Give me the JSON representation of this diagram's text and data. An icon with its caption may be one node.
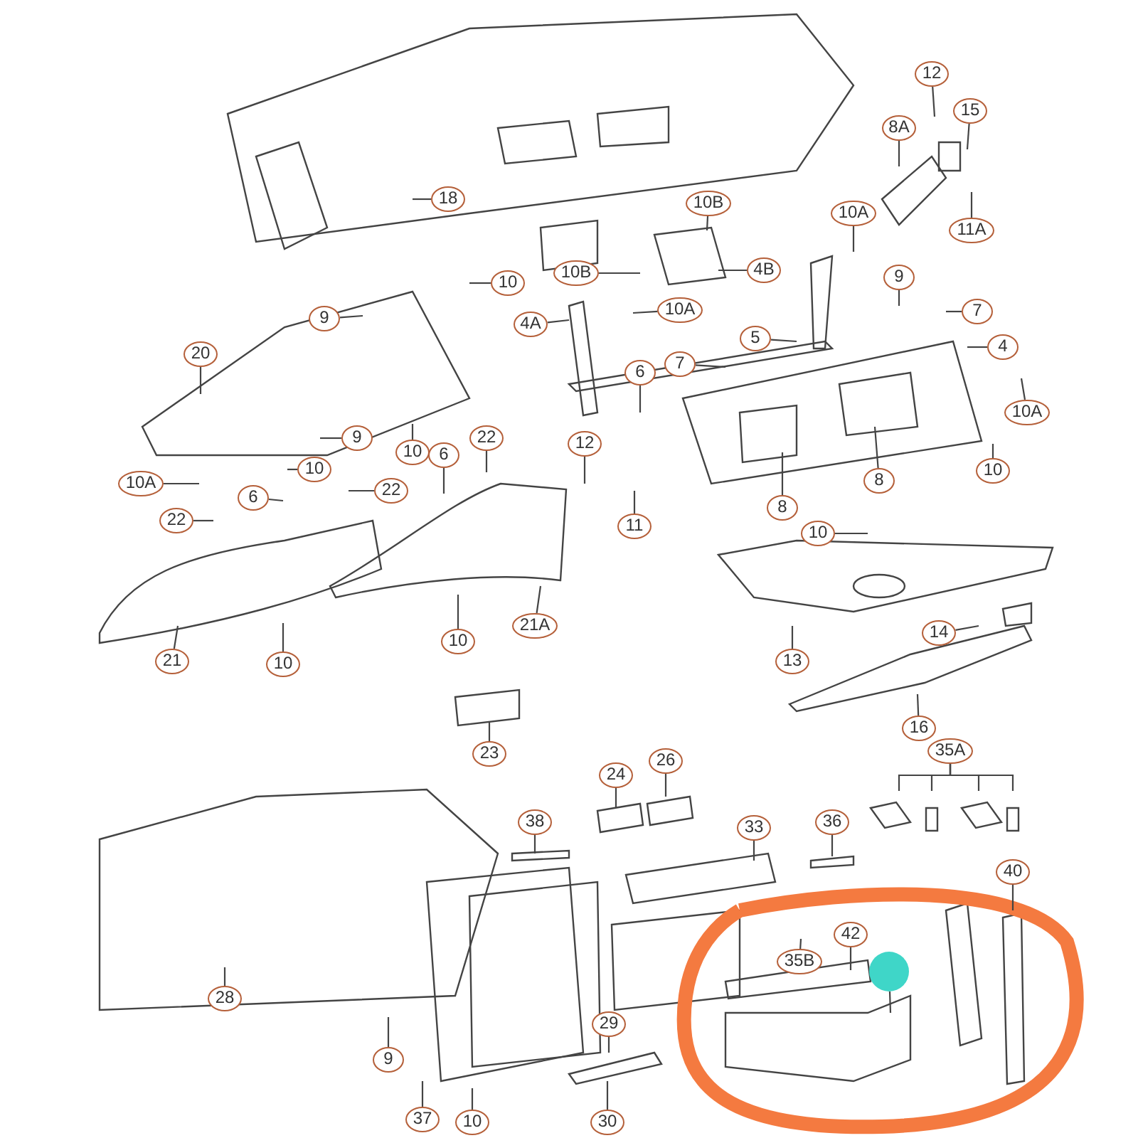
{
  "diagram": {
    "nodes": [
      {
        "text": [
          "18"
        ]
      },
      {
        "text": [
          "10B"
        ]
      },
      {
        "text": [
          "12"
        ]
      },
      {
        "text": [
          "15"
        ]
      },
      {
        "text": [
          "8A"
        ]
      },
      {
        "text": [
          "11A"
        ]
      },
      {
        "text": [
          "10A"
        ]
      },
      {
        "text": [
          "10B"
        ]
      },
      {
        "text": [
          "4B"
        ]
      },
      {
        "text": [
          "10"
        ]
      },
      {
        "text": [
          "9"
        ]
      },
      {
        "text": [
          "4A"
        ]
      },
      {
        "text": [
          "10A"
        ]
      },
      {
        "text": [
          "9"
        ]
      },
      {
        "text": [
          "7"
        ]
      },
      {
        "text": [
          "20"
        ]
      },
      {
        "text": [
          "5"
        ]
      },
      {
        "text": [
          "4"
        ]
      },
      {
        "text": [
          "7"
        ]
      },
      {
        "text": [
          "6"
        ]
      },
      {
        "text": [
          "10A"
        ]
      },
      {
        "text": [
          "9"
        ]
      },
      {
        "text": [
          "10"
        ]
      },
      {
        "text": [
          "10"
        ]
      },
      {
        "text": [
          "6"
        ]
      },
      {
        "text": [
          "22"
        ]
      },
      {
        "text": [
          "12"
        ]
      },
      {
        "text": [
          "10A"
        ]
      },
      {
        "text": [
          "6"
        ]
      },
      {
        "text": [
          "22"
        ]
      },
      {
        "text": [
          "8"
        ]
      },
      {
        "text": [
          "8"
        ]
      },
      {
        "text": [
          "10"
        ]
      },
      {
        "text": [
          "22"
        ]
      },
      {
        "text": [
          "11"
        ]
      },
      {
        "text": [
          "10"
        ]
      },
      {
        "text": [
          "21A"
        ]
      },
      {
        "text": [
          "21"
        ]
      },
      {
        "text": [
          "10"
        ]
      },
      {
        "text": [
          "10"
        ]
      },
      {
        "text": [
          "13"
        ]
      },
      {
        "text": [
          "14"
        ]
      },
      {
        "text": [
          "23"
        ]
      },
      {
        "text": [
          "16"
        ]
      },
      {
        "text": [
          "35A"
        ]
      },
      {
        "text": [
          "24"
        ]
      },
      {
        "text": [
          "26"
        ]
      },
      {
        "text": [
          "38"
        ]
      },
      {
        "text": [
          "33"
        ]
      },
      {
        "text": [
          "36"
        ]
      },
      {
        "text": [
          "40"
        ]
      },
      {
        "text": [
          "35B"
        ]
      },
      {
        "text": [
          "42"
        ]
      },
      {
        "text": [
          "28"
        ]
      },
      {
        "text": [
          "9"
        ]
      },
      {
        "text": [
          "29"
        ]
      },
      {
        "text": [
          "37"
        ]
      },
      {
        "text": [
          "10"
        ]
      },
      {
        "text": [
          "30"
        ]
      },
      {
        "text": [],
        "shape": "circle"
      }
    ],
    "edges": [
      {
        "from": 0,
        "to": null,
        "arrow": "none"
      },
      {
        "from": 1,
        "to": null,
        "arrow": "none"
      },
      {
        "from": 2,
        "to": null,
        "arrow": "none"
      },
      {
        "from": 3,
        "to": null,
        "arrow": "none"
      },
      {
        "from": 4,
        "to": null,
        "arrow": "none"
      },
      {
        "from": 5,
        "to": null,
        "arrow": "none"
      },
      {
        "from": 6,
        "to": null,
        "arrow": "none"
      },
      {
        "from": 7,
        "to": null,
        "arrow": "none"
      },
      {
        "from": 8,
        "to": null,
        "arrow": "none"
      },
      {
        "from": 9,
        "to": null,
        "arrow": "none"
      },
      {
        "from": 10,
        "to": null,
        "arrow": "none"
      },
      {
        "from": 11,
        "to": null,
        "arrow": "none"
      },
      {
        "from": 12,
        "to": null,
        "arrow": "none"
      },
      {
        "from": 13,
        "to": null,
        "arrow": "none"
      },
      {
        "from": 14,
        "to": null,
        "arrow": "none"
      },
      {
        "from": 15,
        "to": null,
        "arrow": "none"
      },
      {
        "from": 16,
        "to": null,
        "arrow": "none"
      },
      {
        "from": 17,
        "to": null,
        "arrow": "none"
      },
      {
        "from": 18,
        "to": null,
        "arrow": "none"
      },
      {
        "from": 19,
        "to": null,
        "arrow": "none"
      },
      {
        "from": 20,
        "to": null,
        "arrow": "none"
      },
      {
        "from": 21,
        "to": null,
        "arrow": "none"
      },
      {
        "from": 22,
        "to": null,
        "arrow": "none"
      },
      {
        "from": 23,
        "to": null,
        "arrow": "none"
      },
      {
        "from": 24,
        "to": null,
        "arrow": "none"
      },
      {
        "from": 25,
        "to": null,
        "arrow": "none"
      },
      {
        "from": 26,
        "to": null,
        "arrow": "none"
      },
      {
        "from": 27,
        "to": null,
        "arrow": "none"
      },
      {
        "from": 28,
        "to": null,
        "arrow": "none"
      },
      {
        "from": 29,
        "to": null,
        "arrow": "none"
      },
      {
        "from": 30,
        "to": null,
        "arrow": "none"
      },
      {
        "from": 31,
        "to": null,
        "arrow": "none"
      },
      {
        "from": 32,
        "to": null,
        "arrow": "none"
      },
      {
        "from": 33,
        "to": null,
        "arrow": "none"
      },
      {
        "from": 34,
        "to": null,
        "arrow": "none"
      },
      {
        "from": 35,
        "to": null,
        "arrow": "none"
      },
      {
        "from": 36,
        "to": null,
        "arrow": "none"
      },
      {
        "from": 37,
        "to": null,
        "arrow": "none"
      },
      {
        "from": 38,
        "to": null,
        "arrow": "none"
      },
      {
        "from": 39,
        "to": null,
        "arrow": "none"
      },
      {
        "from": 40,
        "to": null,
        "arrow": "none"
      },
      {
        "from": 41,
        "to": null,
        "arrow": "none"
      },
      {
        "from": 42,
        "to": null,
        "arrow": "none"
      },
      {
        "from": 43,
        "to": null,
        "arrow": "none"
      },
      {
        "from": 44,
        "to": null,
        "arrow": "none"
      },
      {
        "from": 44,
        "to": null,
        "arrow": "none"
      },
      {
        "from": 44,
        "to": null,
        "arrow": "none"
      },
      {
        "from": 44,
        "to": null,
        "arrow": "none"
      },
      {
        "from": 45,
        "to": null,
        "arrow": "none"
      },
      {
        "from": 46,
        "to": null,
        "arrow": "none"
      },
      {
        "from": 47,
        "to": null,
        "arrow": "none"
      },
      {
        "from": 48,
        "to": null,
        "arrow": "none"
      },
      {
        "from": 49,
        "to": null,
        "arrow": "none"
      },
      {
        "from": 50,
        "to": null,
        "arrow": "none"
      },
      {
        "from": 51,
        "to": null,
        "arrow": "none"
      },
      {
        "from": 52,
        "to": null,
        "arrow": "none"
      },
      {
        "from": 53,
        "to": null,
        "arrow": "none"
      },
      {
        "from": 54,
        "to": null,
        "arrow": "none"
      },
      {
        "from": 55,
        "to": null,
        "arrow": "none"
      },
      {
        "from": 56,
        "to": null,
        "arrow": "none"
      },
      {
        "from": 57,
        "to": null,
        "arrow": "none"
      },
      {
        "from": 58,
        "to": null,
        "arrow": "none"
      },
      {
        "from": 59,
        "to": null,
        "arrow": "none"
      }
    ]
  }
}
